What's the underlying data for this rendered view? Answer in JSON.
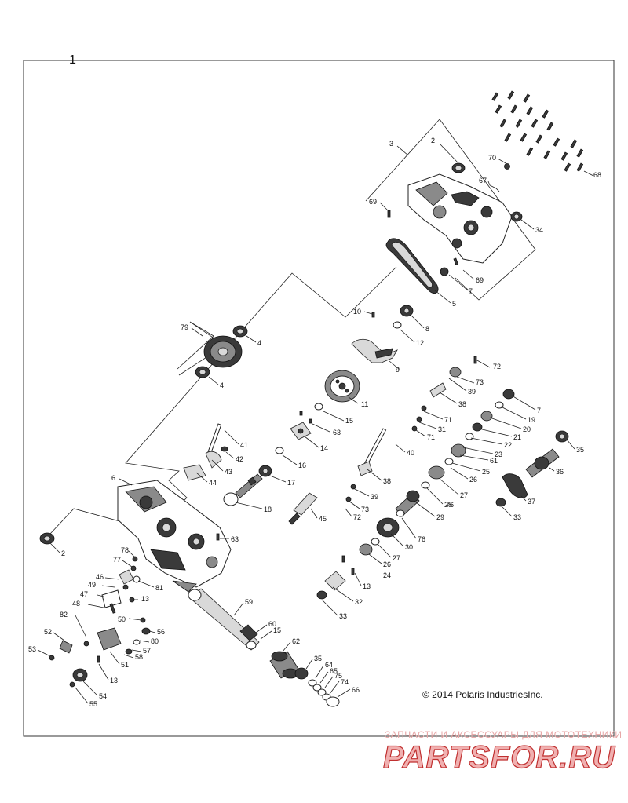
{
  "sheet_number": "1",
  "copyright": "© 2014 Polaris IndustriesInc.",
  "watermark": {
    "tagline": "ЗАПЧАСТИ И АКСЕССУАРЫ ДЛЯ МОТОТЕХНИКИ",
    "logo": "PARTSFOR.RU"
  },
  "colors": {
    "line": "#222222",
    "watermark": "#e07070"
  },
  "callouts": {
    "c1": "2",
    "c2": "3",
    "c3": "70",
    "c4": "67",
    "c5": "68",
    "c6": "69",
    "c7": "34",
    "c8": "69",
    "c9": "7",
    "c10": "5",
    "c11": "10",
    "c12": "8",
    "c13": "12",
    "c14": "9",
    "c15": "79",
    "c16": "4",
    "c17": "4",
    "c18": "11",
    "c19": "15",
    "c20": "63",
    "c21": "14",
    "c22": "16",
    "c23": "17",
    "c24": "18",
    "c25": "45",
    "c26": "41",
    "c27": "42",
    "c28": "43",
    "c29": "44",
    "c30": "6",
    "c31": "63",
    "c32": "2",
    "c33": "72",
    "c34": "73",
    "c35": "39",
    "c36": "38",
    "c37": "71",
    "c38": "31",
    "c39": "71",
    "c40": "40",
    "c41": "38",
    "c42": "39",
    "c43": "73",
    "c44": "72",
    "c45": "7",
    "c46": "19",
    "c47": "20",
    "c48": "21",
    "c49": "22",
    "c50": "23",
    "c51": "61",
    "c52": "25",
    "c53": "26",
    "c54": "27",
    "c55": "28",
    "c56": "76",
    "c57": "29",
    "c58": "76",
    "c59": "30",
    "c60": "27",
    "c61": "26",
    "c62": "24",
    "c63": "13",
    "c64": "32",
    "c65": "33",
    "c66": "35",
    "c67": "36",
    "c68": "37",
    "c69": "33",
    "c70": "78",
    "c71": "77",
    "c72": "46",
    "c73": "49",
    "c74": "47",
    "c75": "13",
    "c76": "48",
    "c77": "81",
    "c78": "50",
    "c79": "82",
    "c80": "56",
    "c81": "52",
    "c82": "80",
    "c83": "57",
    "c84": "58",
    "c85": "53",
    "c86": "51",
    "c87": "13",
    "c88": "54",
    "c89": "55",
    "c90": "59",
    "c91": "60",
    "c92": "15",
    "c93": "62",
    "c94": "35",
    "c95": "64",
    "c96": "65",
    "c97": "75",
    "c98": "74",
    "c99": "66"
  }
}
